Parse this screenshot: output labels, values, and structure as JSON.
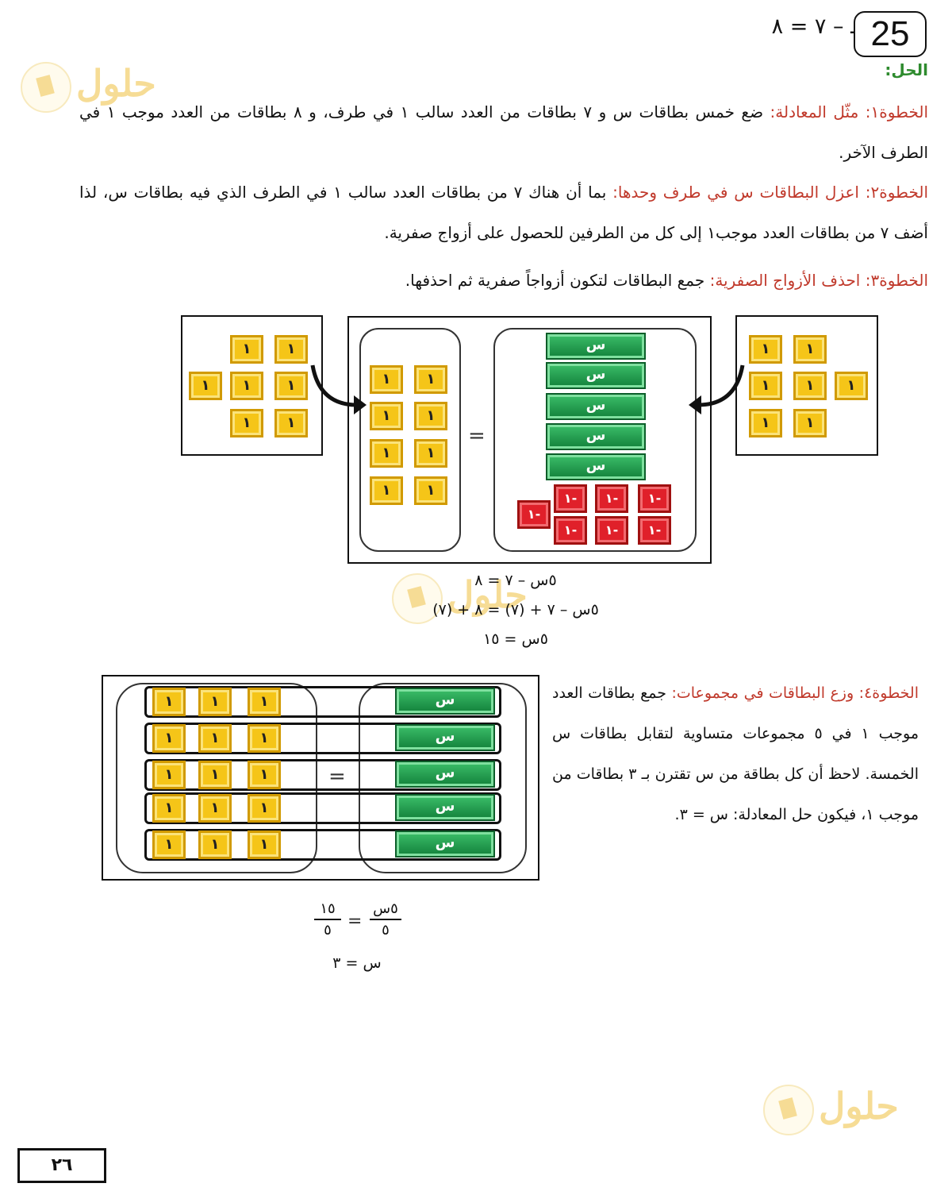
{
  "header": {
    "question_number": "25",
    "equation_fragment": "ـ – ٧ = ٨",
    "solution_label": "الحل:"
  },
  "steps": [
    {
      "label": "الخطوة١: مثّل المعادلة:",
      "text": " ضع خمس بطاقات س و ٧ بطاقات من العدد سالب ١ في طرف، و ٨ بطاقات من العدد موجب ١ في الطرف الآخر."
    },
    {
      "label": "الخطوة٢: اعزل البطاقات س في طرف وحدها:",
      "text": " بما أن هناك ٧ من بطاقات العدد سالب ١ في الطرف الذي فيه بطاقات س، لذا أضف ٧ من بطاقات العدد موجب١ إلى كل من الطرفين للحصول على أزواج صفرية."
    },
    {
      "label": "الخطوة٣: احذف الأزواج الصفرية:",
      "text": " جمع البطاقات لتكون أزواجاً صفرية ثم احذفها."
    },
    {
      "label": "الخطوة٤: وزع البطاقات في مجموعات:",
      "text": " جمع بطاقات العدد موجب ١ في ٥ مجموعات متساوية لتقابل بطاقات س الخمسة. لاحظ أن كل بطاقة من س تقترن بـ ٣ بطاقات من موجب ١، فيكون حل المعادلة: س = ٣."
    }
  ],
  "tiles": {
    "one": "١",
    "neg_one": "١-",
    "x": "س",
    "equals": "="
  },
  "equations_step3": [
    "٥س – ٧ = ٨",
    "٥س – ٧ + (٧) = ٨ + (٧)",
    "٥س = ١٥"
  ],
  "equations_step4": {
    "lhs_num": "٥س",
    "lhs_den": "٥",
    "rhs_num": "١٥",
    "rhs_den": "٥",
    "result": "س = ٣"
  },
  "page_number": "٢٦",
  "watermark_text": "حلول"
}
